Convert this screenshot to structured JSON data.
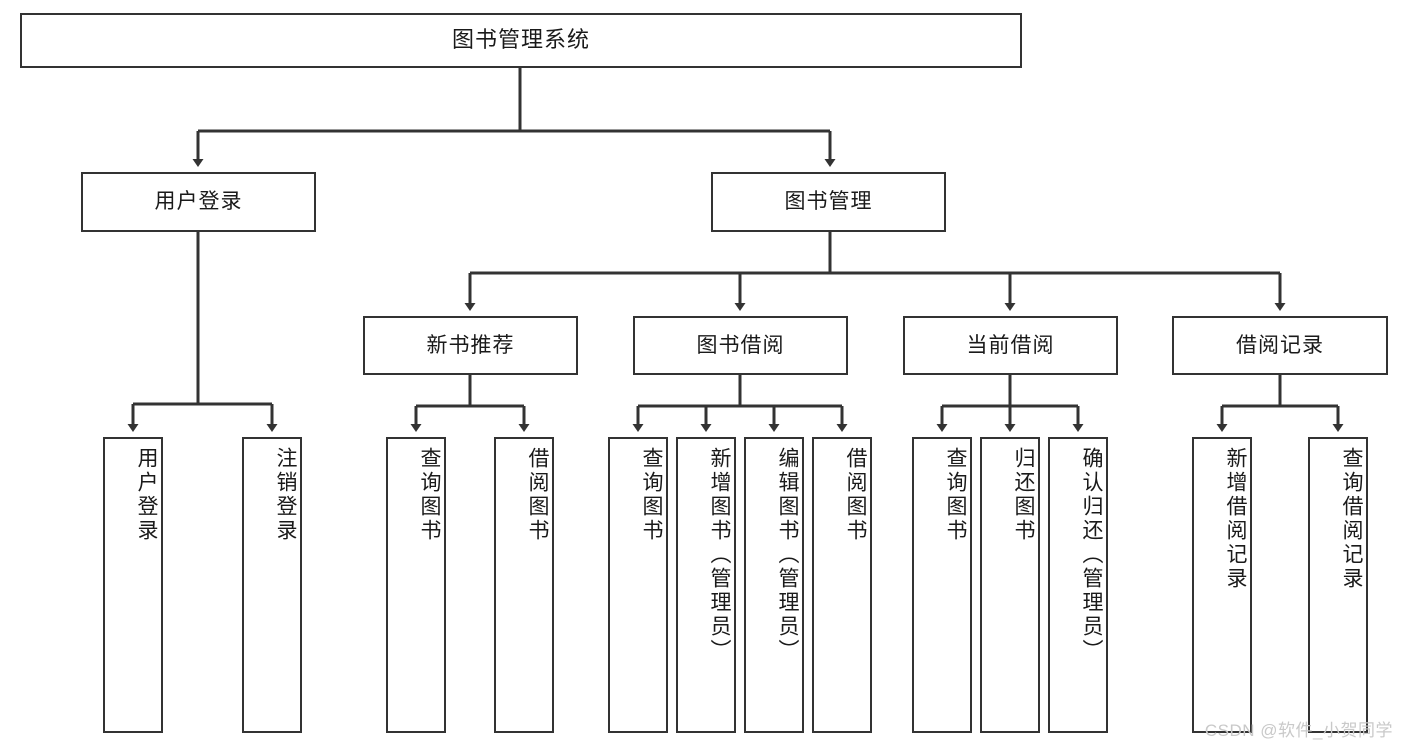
{
  "diagram": {
    "title": "图书管理系统",
    "watermark": "CSDN @软件_小贺同学",
    "colors": {
      "box_border": "#333333",
      "box_fill": "#ffffff",
      "edge": "#333333",
      "text": "#1a1a1a",
      "watermark": "#c9c9c9",
      "background": "#ffffff"
    },
    "root": {
      "label": "图书管理系统"
    },
    "level2": [
      {
        "label": "用户登录"
      },
      {
        "label": "图书管理"
      }
    ],
    "level3": [
      {
        "label": "新书推荐"
      },
      {
        "label": "图书借阅"
      },
      {
        "label": "当前借阅"
      },
      {
        "label": "借阅记录"
      }
    ],
    "leaves": {
      "user_login": [
        {
          "label": "用户登录"
        },
        {
          "label": "注销登录"
        }
      ],
      "new_book_recommend": [
        {
          "label": "查询图书"
        },
        {
          "label": "借阅图书"
        }
      ],
      "book_borrow": [
        {
          "label": "查询图书"
        },
        {
          "label": "新增图书（管理员）"
        },
        {
          "label": "编辑图书（管理员）"
        },
        {
          "label": "借阅图书"
        }
      ],
      "current_borrow": [
        {
          "label": "查询图书"
        },
        {
          "label": "归还图书"
        },
        {
          "label": "确认归还（管理员）"
        }
      ],
      "borrow_record": [
        {
          "label": "新增借阅记录"
        },
        {
          "label": "查询借阅记录"
        }
      ]
    }
  },
  "chart_data": {
    "type": "table",
    "title": "图书管理系统 功能结构图",
    "nodes": [
      {
        "id": "root",
        "label": "图书管理系统",
        "level": 1,
        "parent": null
      },
      {
        "id": "n-user-login",
        "label": "用户登录",
        "level": 2,
        "parent": "root"
      },
      {
        "id": "n-book-mgmt",
        "label": "图书管理",
        "level": 2,
        "parent": "root"
      },
      {
        "id": "n-new-book",
        "label": "新书推荐",
        "level": 3,
        "parent": "n-book-mgmt"
      },
      {
        "id": "n-book-borrow",
        "label": "图书借阅",
        "level": 3,
        "parent": "n-book-mgmt"
      },
      {
        "id": "n-current-borrow",
        "label": "当前借阅",
        "level": 3,
        "parent": "n-book-mgmt"
      },
      {
        "id": "n-borrow-record",
        "label": "借阅记录",
        "level": 3,
        "parent": "n-book-mgmt"
      },
      {
        "id": "l-user-login",
        "label": "用户登录",
        "level": 4,
        "parent": "n-user-login"
      },
      {
        "id": "l-logout",
        "label": "注销登录",
        "level": 4,
        "parent": "n-user-login"
      },
      {
        "id": "l-nb-query",
        "label": "查询图书",
        "level": 4,
        "parent": "n-new-book"
      },
      {
        "id": "l-nb-borrow",
        "label": "借阅图书",
        "level": 4,
        "parent": "n-new-book"
      },
      {
        "id": "l-bb-query",
        "label": "查询图书",
        "level": 4,
        "parent": "n-book-borrow"
      },
      {
        "id": "l-bb-add",
        "label": "新增图书（管理员）",
        "level": 4,
        "parent": "n-book-borrow"
      },
      {
        "id": "l-bb-edit",
        "label": "编辑图书（管理员）",
        "level": 4,
        "parent": "n-book-borrow"
      },
      {
        "id": "l-bb-borrow",
        "label": "借阅图书",
        "level": 4,
        "parent": "n-book-borrow"
      },
      {
        "id": "l-cb-query",
        "label": "查询图书",
        "level": 4,
        "parent": "n-current-borrow"
      },
      {
        "id": "l-cb-return",
        "label": "归还图书",
        "level": 4,
        "parent": "n-current-borrow"
      },
      {
        "id": "l-cb-confirm",
        "label": "确认归还（管理员）",
        "level": 4,
        "parent": "n-current-borrow"
      },
      {
        "id": "l-br-add",
        "label": "新增借阅记录",
        "level": 4,
        "parent": "n-borrow-record"
      },
      {
        "id": "l-br-query",
        "label": "查询借阅记录",
        "level": 4,
        "parent": "n-borrow-record"
      }
    ]
  }
}
